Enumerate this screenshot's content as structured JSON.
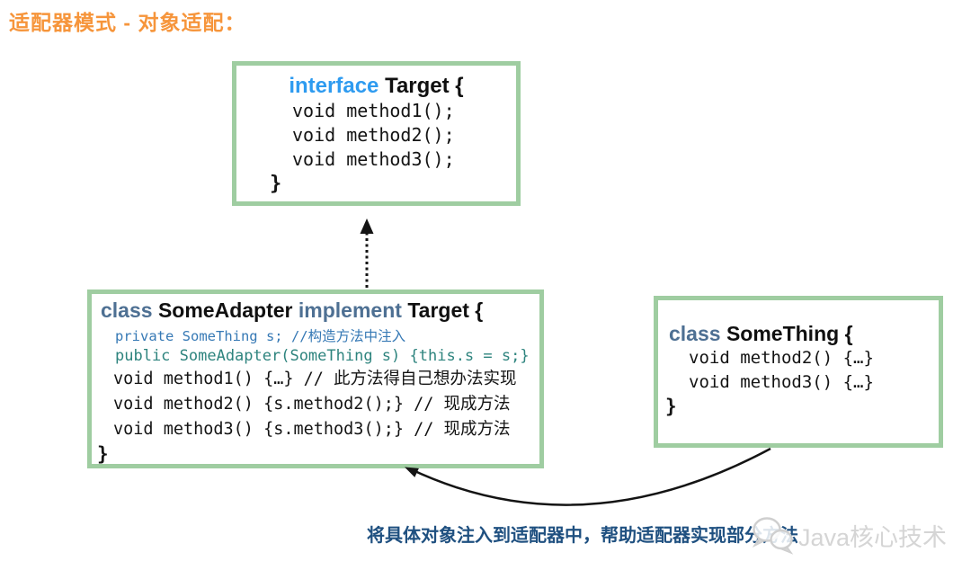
{
  "page": {
    "title": "适配器模式 - 对象适配："
  },
  "colors": {
    "title_orange": "#F6953B",
    "box_border_green": "#9FCDA1",
    "keyword_bright_blue": "#2E9BF0",
    "keyword_steel_blue": "#4E7093",
    "code_field_blue": "#3679B5",
    "code_ctor_teal": "#2E847E",
    "code_black": "#141414",
    "caption_navy": "#1F5080",
    "watermark_gray": "#D5D5D5",
    "arrow_black": "#141414"
  },
  "target_box": {
    "keyword": "interface",
    "name": "Target {",
    "lines": [
      "void method1();",
      "void method2();",
      "void method3();"
    ],
    "close": "}"
  },
  "adapter_box": {
    "keyword_class": "class",
    "name": "SomeAdapter",
    "keyword_implement": "implement",
    "implements_name": "Target {",
    "field_line": "private SomeThing s; //构造方法中注入",
    "ctor_line": "public SomeAdapter(SomeThing s) {this.s = s;}",
    "method_lines": [
      "void method1() {…} // 此方法得自己想办法实现",
      "void method2() {s.method2();} // 现成方法",
      "void method3() {s.method3();} // 现成方法"
    ],
    "close": "}"
  },
  "something_box": {
    "keyword_class": "class",
    "name": "SomeThing {",
    "lines": [
      "void method2() {…}",
      "void method3() {…}"
    ],
    "close": "}"
  },
  "arrows": {
    "implements": "dotted-up-arrow",
    "injection": "curved-injection-arrow"
  },
  "caption": {
    "text": "将具体对象注入到适配器中，帮助适配器实现部分方法"
  },
  "watermark": {
    "icon": "wechat-bubbles-icon",
    "text": "Java核心技术"
  }
}
